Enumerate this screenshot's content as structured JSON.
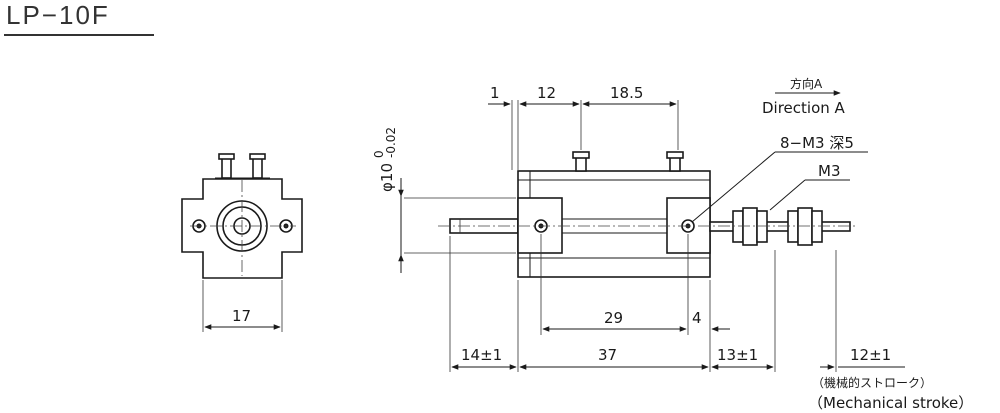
{
  "title": "LP−10F",
  "labels": {
    "direction_jp": "方向A",
    "direction_en": "Direction A",
    "thread_holes": "8−M3 深5",
    "thread_nut": "M3",
    "diameter_main": "φ10",
    "diameter_tol": "0",
    "diameter_tol_lower": "-0.02",
    "stroke_jp": "（機械的ストローク）",
    "stroke_en": "（Mechanical stroke）"
  },
  "dimensions": {
    "d_1": "1",
    "d_12": "12",
    "d_18_5": "18.5",
    "d_17": "17",
    "d_29": "29",
    "d_4": "4",
    "d_14": "14±1",
    "d_37": "37",
    "d_13": "13±1",
    "d_12b": "12±1"
  }
}
